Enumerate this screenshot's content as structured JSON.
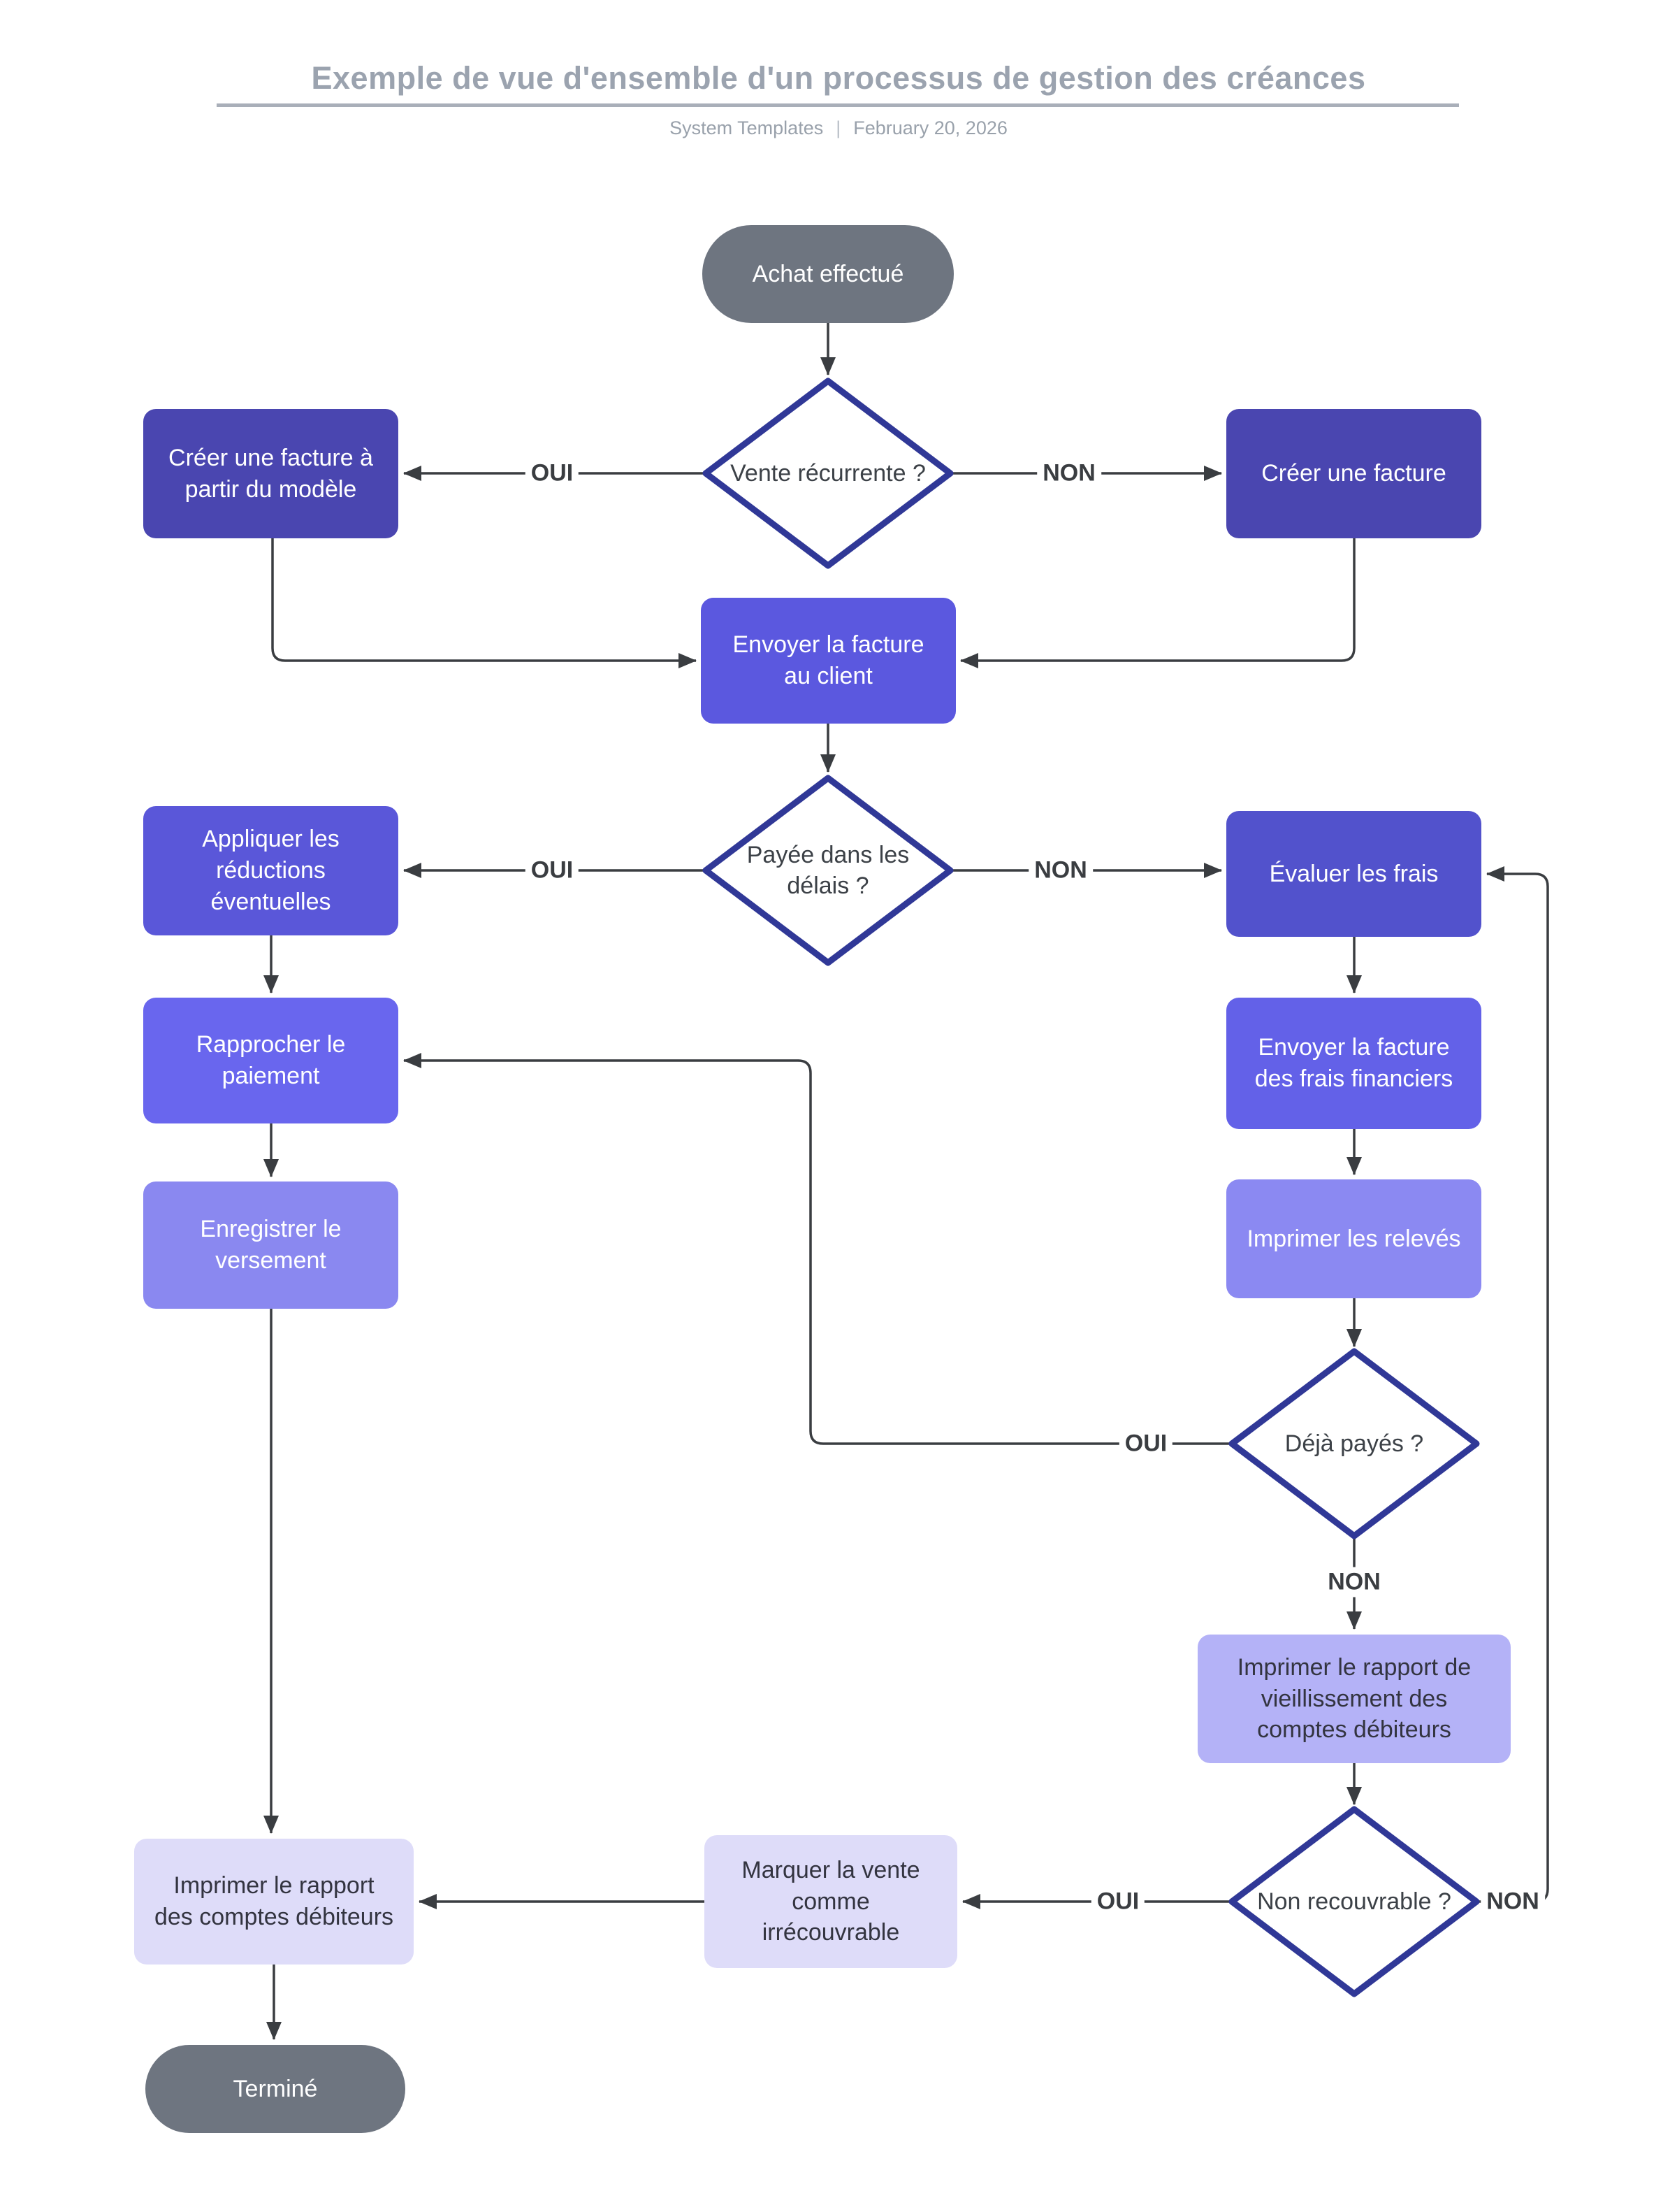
{
  "header": {
    "title": "Exemple de vue d'ensemble d'un processus de gestion des créances",
    "author": "System Templates",
    "separator": "|",
    "date": "February 20, 2026"
  },
  "palette": {
    "process_darkest": "#4a46b0",
    "process_dark": "#5b58df",
    "process_medium": "#6966ee",
    "process_light": "#8a88f0",
    "process_lighter": "#b4b2f7",
    "process_lightest": "#dedcf9",
    "terminator_gray": "#6e7580",
    "decision_border": "#303897",
    "edge_color": "#3a3d41",
    "title_gray": "#9ba3af"
  },
  "flowchart": {
    "nodes": {
      "start": {
        "label": "Achat effectué",
        "shape": "terminator",
        "fill": "#6e7580",
        "text_color": "#ffffff"
      },
      "vente_recurrente": {
        "label": "Vente récurrente ?",
        "shape": "decision",
        "fill": "#ffffff",
        "border": "#303897",
        "text_color": "#3c4147"
      },
      "creer_facture_modele": {
        "label": "Créer une facture à partir du modèle",
        "shape": "process",
        "fill": "#4a46b0",
        "text_color": "#ffffff"
      },
      "creer_facture": {
        "label": "Créer une facture",
        "shape": "process",
        "fill": "#4a46b0",
        "text_color": "#ffffff"
      },
      "envoyer_facture_client": {
        "label": "Envoyer la facture au client",
        "shape": "process",
        "fill": "#5b58df",
        "text_color": "#ffffff"
      },
      "payee_dans_delais": {
        "label": "Payée dans les délais ?",
        "shape": "decision",
        "fill": "#ffffff",
        "border": "#303897",
        "text_color": "#3c4147"
      },
      "appliquer_reductions": {
        "label": "Appliquer les réductions éventuelles",
        "shape": "process",
        "fill": "#5a57d9",
        "text_color": "#ffffff"
      },
      "evaluer_frais": {
        "label": "Évaluer les frais",
        "shape": "process",
        "fill": "#5252cc",
        "text_color": "#ffffff"
      },
      "rapprocher_paiement": {
        "label": "Rapprocher le paiement",
        "shape": "process",
        "fill": "#6966ee",
        "text_color": "#ffffff"
      },
      "envoyer_facture_frais": {
        "label": "Envoyer la facture des frais financiers",
        "shape": "process",
        "fill": "#6361e8",
        "text_color": "#ffffff"
      },
      "enregistrer_versement": {
        "label": "Enregistrer le versement",
        "shape": "process",
        "fill": "#8a88f0",
        "text_color": "#ffffff"
      },
      "imprimer_releves": {
        "label": "Imprimer les relevés",
        "shape": "process",
        "fill": "#8b89f2",
        "text_color": "#ffffff"
      },
      "deja_payes": {
        "label": "Déjà payés ?",
        "shape": "decision",
        "fill": "#ffffff",
        "border": "#303897",
        "text_color": "#3c4147"
      },
      "imprimer_rapport_vieillissement": {
        "label": "Imprimer le rapport de vieillissement des comptes débiteurs",
        "shape": "process",
        "fill": "#b4b2f7",
        "text_color": "#333440"
      },
      "non_recouvrable": {
        "label": "Non recouvrable ?",
        "shape": "decision",
        "fill": "#ffffff",
        "border": "#303897",
        "text_color": "#3c4147"
      },
      "marquer_vente_irrecouvrable": {
        "label": "Marquer la vente comme irrécouvrable",
        "shape": "process",
        "fill": "#dedcf9",
        "text_color": "#333440"
      },
      "imprimer_rapport_comptes": {
        "label": "Imprimer le rapport des comptes débiteurs",
        "shape": "process",
        "fill": "#dedcf9",
        "text_color": "#333440"
      },
      "end": {
        "label": "Terminé",
        "shape": "terminator",
        "fill": "#6e7580",
        "text_color": "#ffffff"
      }
    },
    "edges": [
      {
        "from": "start",
        "to": "vente_recurrente",
        "label": ""
      },
      {
        "from": "vente_recurrente",
        "to": "creer_facture_modele",
        "label": "OUI"
      },
      {
        "from": "vente_recurrente",
        "to": "creer_facture",
        "label": "NON"
      },
      {
        "from": "creer_facture_modele",
        "to": "envoyer_facture_client",
        "label": ""
      },
      {
        "from": "creer_facture",
        "to": "envoyer_facture_client",
        "label": ""
      },
      {
        "from": "envoyer_facture_client",
        "to": "payee_dans_delais",
        "label": ""
      },
      {
        "from": "payee_dans_delais",
        "to": "appliquer_reductions",
        "label": "OUI"
      },
      {
        "from": "payee_dans_delais",
        "to": "evaluer_frais",
        "label": "NON"
      },
      {
        "from": "appliquer_reductions",
        "to": "rapprocher_paiement",
        "label": ""
      },
      {
        "from": "rapprocher_paiement",
        "to": "enregistrer_versement",
        "label": ""
      },
      {
        "from": "evaluer_frais",
        "to": "envoyer_facture_frais",
        "label": ""
      },
      {
        "from": "envoyer_facture_frais",
        "to": "imprimer_releves",
        "label": ""
      },
      {
        "from": "imprimer_releves",
        "to": "deja_payes",
        "label": ""
      },
      {
        "from": "deja_payes",
        "to": "rapprocher_paiement",
        "label": "OUI"
      },
      {
        "from": "deja_payes",
        "to": "imprimer_rapport_vieillissement",
        "label": "NON"
      },
      {
        "from": "imprimer_rapport_vieillissement",
        "to": "non_recouvrable",
        "label": ""
      },
      {
        "from": "non_recouvrable",
        "to": "marquer_vente_irrecouvrable",
        "label": "OUI"
      },
      {
        "from": "non_recouvrable",
        "to": "evaluer_frais",
        "label": "NON"
      },
      {
        "from": "marquer_vente_irrecouvrable",
        "to": "imprimer_rapport_comptes",
        "label": ""
      },
      {
        "from": "enregistrer_versement",
        "to": "imprimer_rapport_comptes",
        "label": ""
      },
      {
        "from": "imprimer_rapport_comptes",
        "to": "end",
        "label": ""
      }
    ]
  }
}
